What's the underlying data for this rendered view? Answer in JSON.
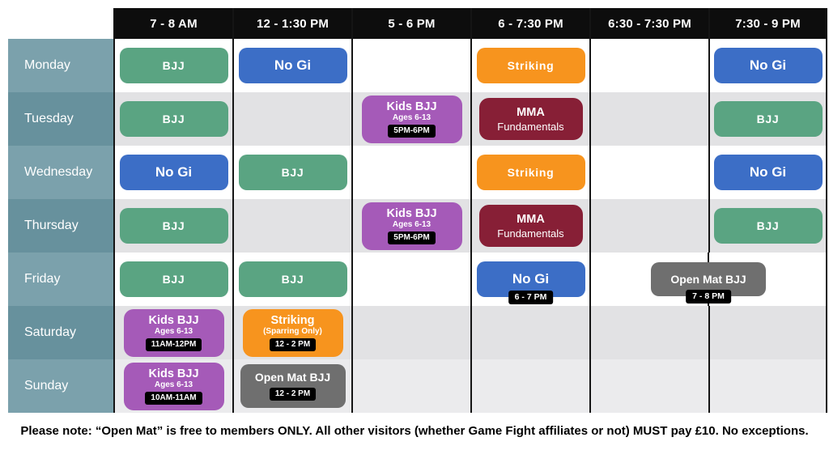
{
  "chart_data": {
    "type": "table",
    "columns": [
      "7 - 8 AM",
      "12 - 1:30 PM",
      "5 - 6 PM",
      "6 - 7:30 PM",
      "6:30 - 7:30 PM",
      "7:30 - 9 PM"
    ],
    "rows": [
      {
        "day": "Monday",
        "am7": {
          "label": "BJJ",
          "color": "green"
        },
        "pm12": {
          "label": "No Gi",
          "color": "blue"
        },
        "pm6": {
          "label": "Striking",
          "color": "orange"
        },
        "pm730": {
          "label": "No Gi",
          "color": "blue"
        }
      },
      {
        "day": "Tuesday",
        "am7": {
          "label": "BJJ",
          "color": "green"
        },
        "pm5": {
          "title": "Kids BJJ",
          "subtitle": "Ages 6-13",
          "badge": "5PM-6PM",
          "color": "purple"
        },
        "pm6": {
          "title": "MMA",
          "subtitle": "Fundamentals",
          "color": "maroon"
        },
        "pm730": {
          "label": "BJJ",
          "color": "green"
        }
      },
      {
        "day": "Wednesday",
        "am7": {
          "label": "No Gi",
          "color": "blue"
        },
        "pm12": {
          "label": "BJJ",
          "color": "green"
        },
        "pm6": {
          "label": "Striking",
          "color": "orange"
        },
        "pm730": {
          "label": "No Gi",
          "color": "blue"
        }
      },
      {
        "day": "Thursday",
        "am7": {
          "label": "BJJ",
          "color": "green"
        },
        "pm5": {
          "title": "Kids BJJ",
          "subtitle": "Ages 6-13",
          "badge": "5PM-6PM",
          "color": "purple"
        },
        "pm6": {
          "title": "MMA",
          "subtitle": "Fundamentals",
          "color": "maroon"
        },
        "pm730": {
          "label": "BJJ",
          "color": "green"
        }
      },
      {
        "day": "Friday",
        "am7": {
          "label": "BJJ",
          "color": "green"
        },
        "pm12": {
          "label": "BJJ",
          "color": "green"
        },
        "pm6": {
          "label": "No Gi",
          "badge": "6 - 7 PM",
          "color": "blue"
        },
        "evening": {
          "label": "Open Mat BJJ",
          "badge": "7 - 8 PM",
          "color": "gray"
        }
      },
      {
        "day": "Saturday",
        "am7": {
          "title": "Kids BJJ",
          "subtitle": "Ages 6-13",
          "badge": "11AM-12PM",
          "color": "purple"
        },
        "pm12": {
          "title": "Striking",
          "subtitle": "(Sparring Only)",
          "badge": "12 - 2 PM",
          "color": "orange"
        }
      },
      {
        "day": "Sunday",
        "am7": {
          "title": "Kids BJJ",
          "subtitle": "Ages 6-13",
          "badge": "10AM-11AM",
          "color": "purple"
        },
        "pm12": {
          "label": "Open Mat BJJ",
          "badge": "12 - 2 PM",
          "color": "gray"
        }
      }
    ]
  },
  "note": "Please note: “Open Mat” is free to members ONLY. All other visitors (whether Game Fight affiliates or not) MUST pay £10. No exceptions.",
  "colors": {
    "green": "#5aa482",
    "blue": "#3c6ec6",
    "orange": "#f7941e",
    "purple": "#a55ab8",
    "maroon": "#871f36",
    "gray": "#6f6f6f",
    "day_teal_light": "#7ba1ac",
    "day_teal_dark": "#67919d",
    "header_bg": "#0d0d0d",
    "row_gray": "#e2e2e4",
    "badge_bg": "#000000"
  }
}
